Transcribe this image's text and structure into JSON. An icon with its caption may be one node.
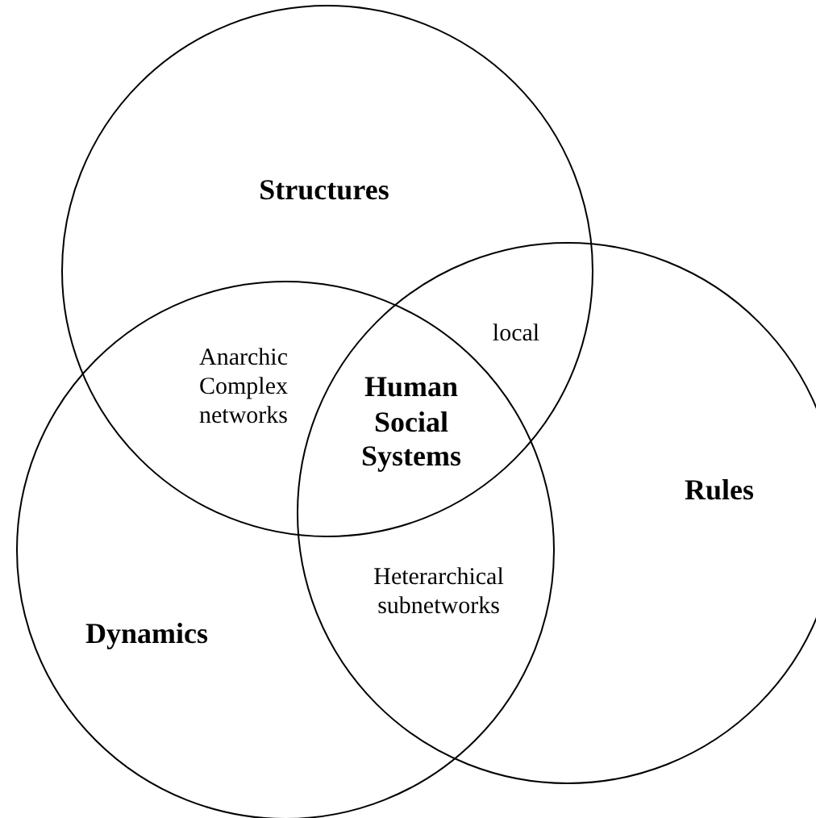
{
  "diagram": {
    "nodes": [
      {
        "text": [
          "Structures"
        ]
      },
      {
        "text": [
          "Rules"
        ]
      },
      {
        "text": [
          "Dynamics"
        ]
      }
    ],
    "labels": [
      "local",
      "Anarchic Complex networks",
      "Human Social Systems",
      "Heterarchical subnetworks"
    ]
  }
}
